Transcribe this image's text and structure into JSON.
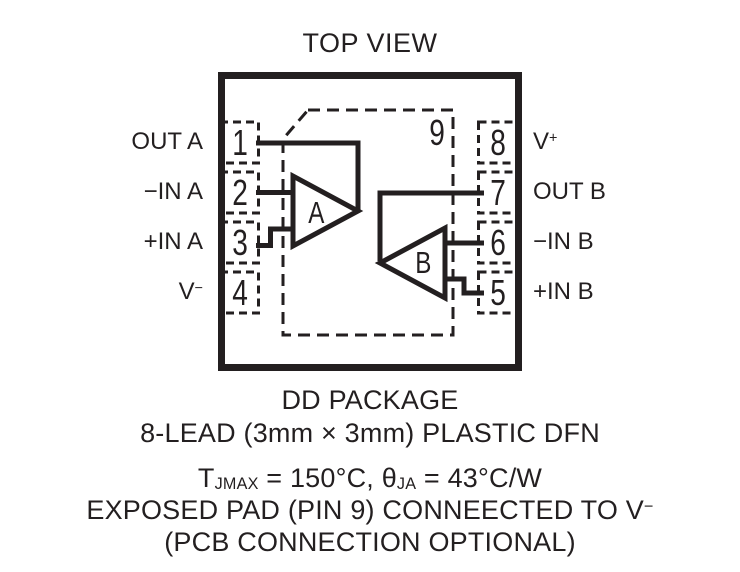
{
  "title": "TOP VIEW",
  "colors": {
    "ink": "#231f20",
    "background": "#ffffff"
  },
  "package": {
    "pad": {
      "num": "9"
    },
    "amplifiers": [
      {
        "label": "A"
      },
      {
        "label": "B"
      }
    ],
    "pins_left": [
      {
        "num": "1",
        "label": "OUT A",
        "sup": ""
      },
      {
        "num": "2",
        "label": "−IN A",
        "sup": ""
      },
      {
        "num": "3",
        "label": "+IN A",
        "sup": ""
      },
      {
        "num": "4",
        "label": "V",
        "sup": "−"
      }
    ],
    "pins_right": [
      {
        "num": "8",
        "label": "V",
        "sup": "+"
      },
      {
        "num": "7",
        "label": "OUT B",
        "sup": ""
      },
      {
        "num": "6",
        "label": "−IN B",
        "sup": ""
      },
      {
        "num": "5",
        "label": "+IN B",
        "sup": ""
      }
    ]
  },
  "captions": {
    "package_name": "DD PACKAGE",
    "package_desc": "8-LEAD (3mm × 3mm) PLASTIC DFN",
    "thermal": {
      "t": "T",
      "t_sub": "JMAX",
      "mid": " = 150°C, θ",
      "ja_sub": "JA",
      "end": " = 43°C/W"
    },
    "exposed_pad": {
      "text": "EXPOSED PAD (PIN 9) CONNEECTED TO V",
      "sup": "−"
    },
    "pcb_note": "(PCB CONNECTION OPTIONAL)"
  }
}
